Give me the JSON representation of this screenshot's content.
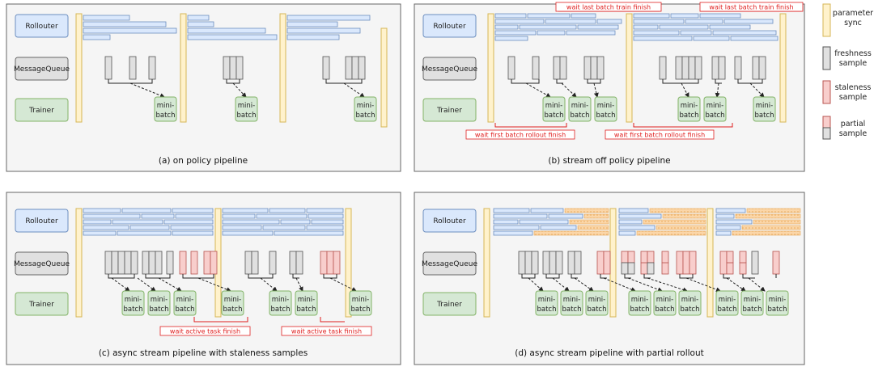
{
  "rows": {
    "rollouter": "Rollouter",
    "queue": "MessageQueue",
    "trainer": "Trainer"
  },
  "minibatch": {
    "line1": "mini-",
    "line2": "batch"
  },
  "panels": {
    "a": {
      "caption": "(a) on policy pipeline"
    },
    "b": {
      "caption": "(b) stream off policy pipeline",
      "wait_train": "wait last batch train finish",
      "wait_rollout": "wait first batch rollout finish"
    },
    "c": {
      "caption": "(c) async stream pipeline with staleness samples",
      "wait_active": "wait active task finish"
    },
    "d": {
      "caption": "(d) async stream pipeline with partial rollout"
    }
  },
  "legend": {
    "sync_1": "parameter",
    "sync_2": "sync",
    "fresh_1": "freshness",
    "fresh_2": "sample",
    "stale_1": "staleness",
    "stale_2": "sample",
    "partial_1": "partial",
    "partial_2": "sample"
  },
  "colors": {
    "rollouter_fill": "#dae8fc",
    "rollouter_stroke": "#6c8ebf",
    "queue_fill": "#e0e0e0",
    "queue_stroke": "#666666",
    "trainer_fill": "#d5e8d4",
    "trainer_stroke": "#82b366",
    "sync_fill": "#fff2cc",
    "sync_stroke": "#d6b656",
    "stale_fill": "#f8cecc",
    "stale_stroke": "#b85450",
    "partial_fill": "#fbd6a8",
    "red": "#e02020"
  }
}
